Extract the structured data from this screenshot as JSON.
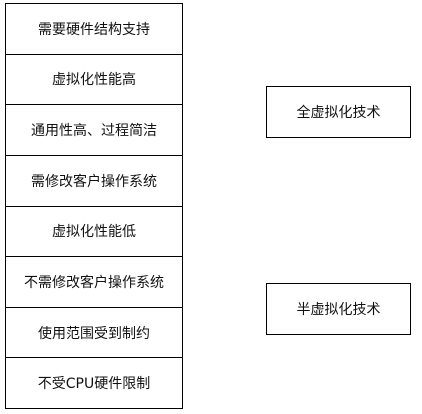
{
  "features": [
    "需要硬件结构支持",
    "虚拟化性能高",
    "通用性高、过程简洁",
    "需修改客户操作系统",
    "虚拟化性能低",
    "不需修改客户操作系统",
    "使用范围受到制约",
    "不受CPU硬件限制"
  ],
  "categories": {
    "full": "全虚拟化技术",
    "para": "半虚拟化技术"
  }
}
